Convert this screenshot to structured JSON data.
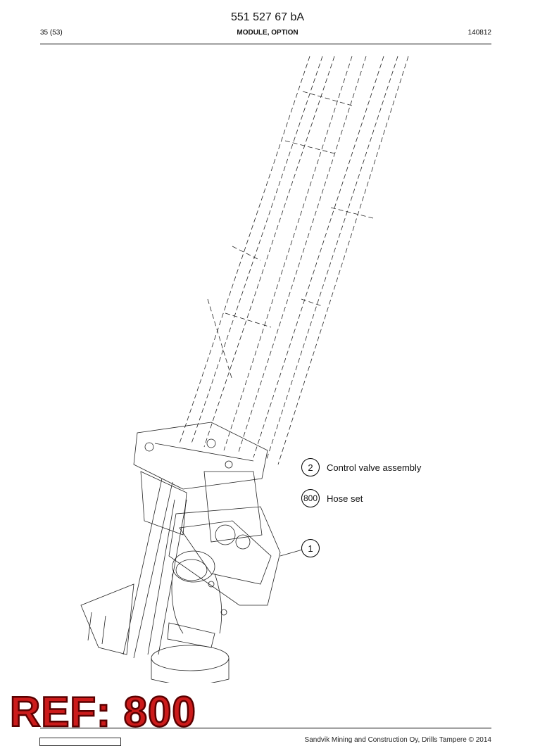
{
  "header": {
    "doc_number": "551 527 67 bA",
    "page": "35 (53)",
    "title": "MODULE, OPTION",
    "date": "140812"
  },
  "callouts": [
    {
      "number": "2",
      "label": "Control valve assembly"
    },
    {
      "number": "800",
      "label": "Hose set"
    },
    {
      "number": "1",
      "label": ""
    }
  ],
  "stamp": {
    "text": "REF: 800",
    "color": "#cc1b1b"
  },
  "footer": {
    "copyright": "Sandvik Mining and Construction Oy, Drills Tampere © 2014"
  }
}
